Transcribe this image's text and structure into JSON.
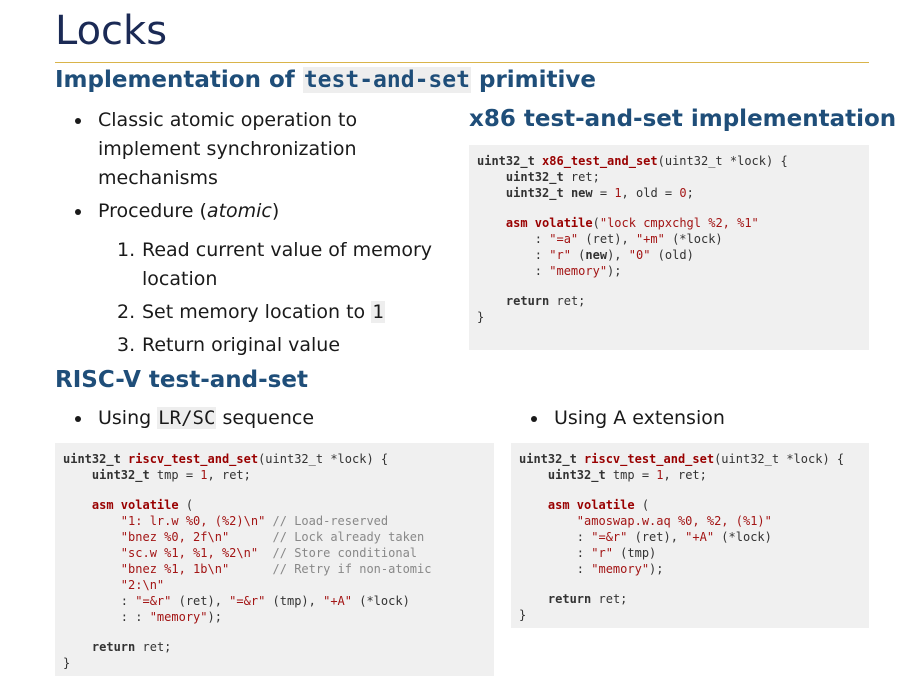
{
  "title": "Locks",
  "section1": {
    "heading_pre": "Implementation of ",
    "heading_code": "test-and-set",
    "heading_post": " primitive",
    "bullet1": "Classic atomic operation to implement synchronization mechanisms",
    "bullet2_pre": "Procedure (",
    "bullet2_em": "atomic",
    "bullet2_post": ")",
    "steps": [
      {
        "num": "1.",
        "text": "Read current value of memory location"
      },
      {
        "num": "2.",
        "text_pre": "Set memory location to ",
        "code": "1"
      },
      {
        "num": "3.",
        "text": "Return original value"
      }
    ]
  },
  "x86": {
    "heading": "x86 test-and-set implementation",
    "sig_type": "uint32_t ",
    "sig_fn": "x86_test_and_set",
    "sig_rest": "(uint32_t *lock) {",
    "l_ret": "uint32_t ret;",
    "l_new_a": "uint32_t ",
    "l_new_b": "new",
    "l_new_c": " = ",
    "l_new_1": "1",
    "l_new_d": ", old = ",
    "l_new_0": "0",
    "l_new_e": ";",
    "asm_kw": "asm volatile",
    "asm_str": "\"lock cmpxchgl %2, %1\"",
    "out_a": ": ",
    "out_s1": "\"=a\"",
    "out_b": " (ret), ",
    "out_s2": "\"+m\"",
    "out_c": " (*lock)",
    "in_a": ": ",
    "in_s1": "\"r\"",
    "in_b": " (",
    "in_new": "new",
    "in_c": "), ",
    "in_s2": "\"0\"",
    "in_d": " (old)",
    "clob_a": ": ",
    "clob_s": "\"memory\"",
    "clob_b": ");",
    "ret_kw": "return",
    "ret_rest": " ret;",
    "close": "}"
  },
  "section2": {
    "heading": "RISC-V test-and-set",
    "bullet_left_pre": "Using ",
    "bullet_left_code": "LR/SC",
    "bullet_left_post": " sequence",
    "bullet_right": "Using A extension"
  },
  "riscv_lrsc": {
    "sig_type": "uint32_t ",
    "sig_fn": "riscv_test_and_set",
    "sig_rest": "(uint32_t *lock) {",
    "l1_type": "uint32_t",
    "l1_a": " tmp = ",
    "l1_n": "1",
    "l1_b": ", ret;",
    "asm_kw": "asm volatile",
    "asm_open": " (",
    "s1": "\"1: lr.w %0, (%2)\\n\"",
    "c1": " // Load-reserved",
    "s2": "\"bnez %0, 2f\\n\"",
    "c2": "      // Lock already taken",
    "s3": "\"sc.w %1, %1, %2\\n\"",
    "c3": "  // Store conditional",
    "s4": "\"bnez %1, 1b\\n\"",
    "c4": "      // Retry if non-atomic",
    "s5": "\"2:\\n\"",
    "o_a": ": ",
    "o_s1": "\"=&r\"",
    "o_b": " (ret), ",
    "o_s2": "\"=&r\"",
    "o_c": " (tmp), ",
    "o_s3": "\"+A\"",
    "o_d": " (*lock)",
    "cl_a": ": : ",
    "cl_s": "\"memory\"",
    "cl_b": ");",
    "ret_kw": "return",
    "ret_rest": " ret;",
    "close": "}"
  },
  "riscv_amo": {
    "sig_type": "uint32_t ",
    "sig_fn": "riscv_test_and_set",
    "sig_rest": "(uint32_t *lock) {",
    "l1_type": "uint32_t",
    "l1_a": " tmp = ",
    "l1_n": "1",
    "l1_b": ", ret;",
    "asm_kw": "asm volatile",
    "asm_open": " (",
    "s1": "\"amoswap.w.aq %0, %2, (%1)\"",
    "o_a": ": ",
    "o_s1": "\"=&r\"",
    "o_b": " (ret), ",
    "o_s2": "\"+A\"",
    "o_c": " (*lock)",
    "i_a": ": ",
    "i_s": "\"r\"",
    "i_b": " (tmp)",
    "cl_a": ": ",
    "cl_s": "\"memory\"",
    "cl_b": ");",
    "ret_kw": "return",
    "ret_rest": " ret;",
    "close": "}"
  }
}
